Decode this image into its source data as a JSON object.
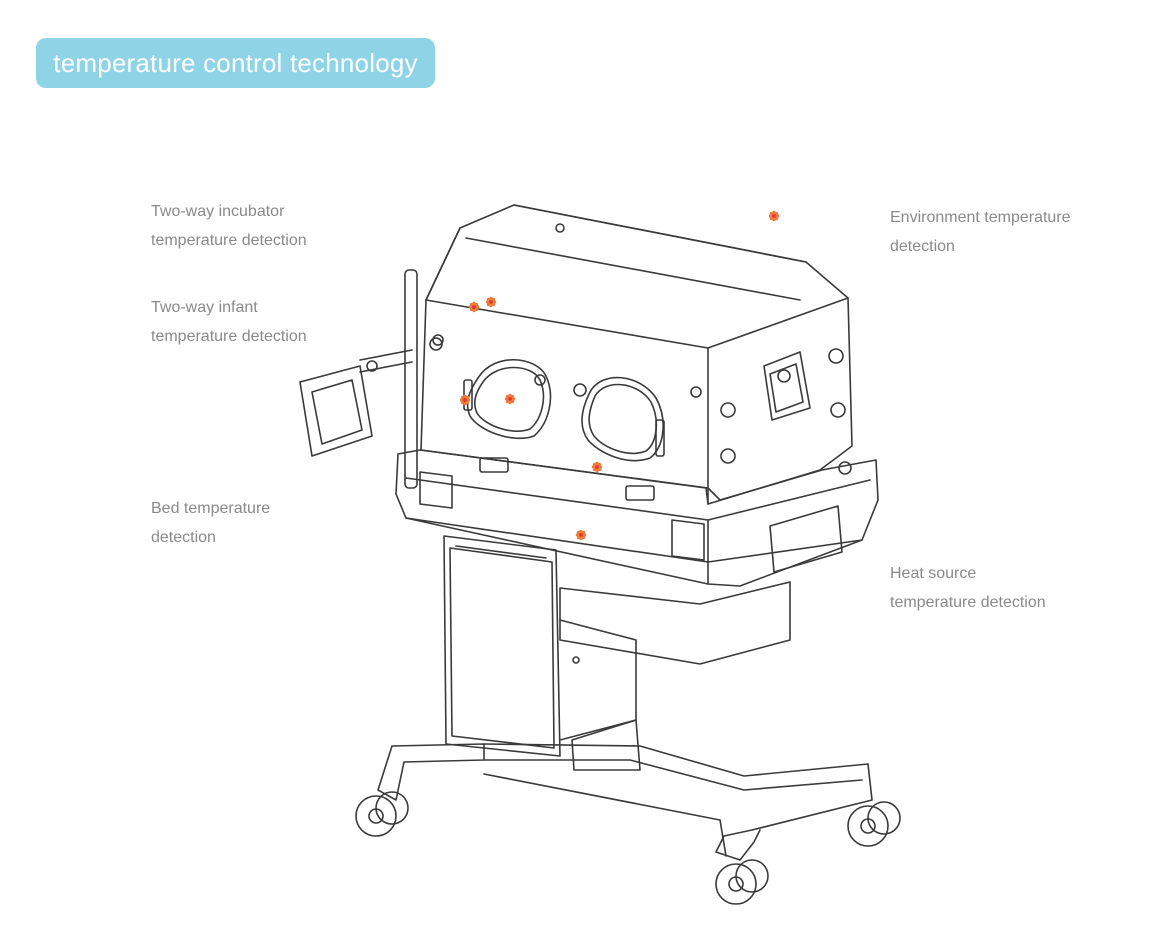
{
  "title": "temperature control technology",
  "labels": {
    "incubator": {
      "line1": "Two-way incubator",
      "line2": "temperature detection"
    },
    "infant": {
      "line1": "Two-way infant",
      "line2": "temperature detection"
    },
    "bed": {
      "line1": "Bed temperature",
      "line2": "detection"
    },
    "environment": {
      "line1": "Environment temperature",
      "line2": "detection"
    },
    "heat": {
      "line1": "Heat source",
      "line2": "temperature detection"
    }
  },
  "colors": {
    "badge": "#8fd3e6",
    "label_text": "#8a8a8a",
    "line_art": "#3a3a3a",
    "sensor_outer": "#f0793a",
    "sensor_inner": "#e03a2a"
  },
  "icons": [
    "sensor-marker-icon"
  ]
}
